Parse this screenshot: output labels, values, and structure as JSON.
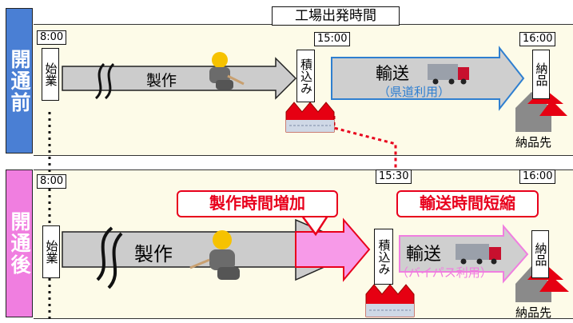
{
  "header": {
    "title": "工場出発時間"
  },
  "before": {
    "side_label": "開通前",
    "side_color": "#4a7fd4",
    "start_time": "8:00",
    "departure_time": "15:00",
    "arrival_time": "16:00",
    "start_box": "始業",
    "manufacture_label": "製作",
    "loading_box": "積込み",
    "transport_label": "輸送",
    "transport_route": "（県道利用）",
    "delivery_box": "納品",
    "destination_label": "納品先"
  },
  "after": {
    "side_label": "開通後",
    "side_color": "#f07ee0",
    "start_time": "8:00",
    "departure_time": "15:30",
    "arrival_time": "16:00",
    "start_box": "始業",
    "manufacture_label": "製作",
    "loading_box": "積込み",
    "transport_label": "輸送",
    "transport_route": "（バイパス利用）",
    "delivery_box": "納品",
    "destination_label": "納品先",
    "banner_left": "製作時間増加",
    "banner_right": "輸送時間短縮"
  },
  "colors": {
    "accent_red": "#e8001c",
    "arrow_gray": "#cccccc",
    "pink": "#f79ae8",
    "blue_outline": "#2f7fd0",
    "truck_red": "#c8102e"
  }
}
